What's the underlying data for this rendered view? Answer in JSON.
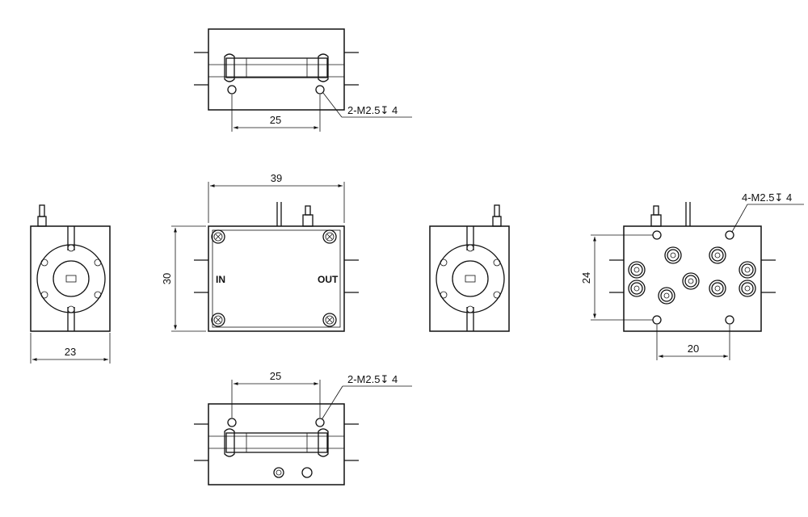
{
  "dimensions": {
    "top_hole_spacing": "25",
    "top_hole_callout": "2-M2.5↧ 4",
    "side_width": "23",
    "front_width": "39",
    "front_height": "30",
    "in_label": "IN",
    "out_label": "OUT",
    "back_height": "24",
    "back_hole_spacing": "20",
    "back_hole_callout": "4-M2.5↧ 4",
    "bottom_hole_spacing": "25",
    "bottom_hole_callout": "2-M2.5↧ 4"
  }
}
